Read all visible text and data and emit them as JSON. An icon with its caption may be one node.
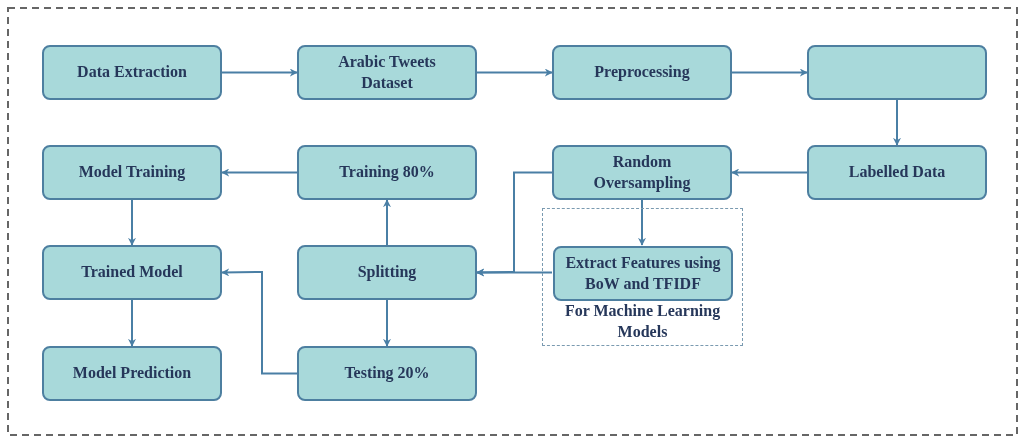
{
  "diagram": {
    "nodes": [
      {
        "text": [
          "Data Extraction"
        ]
      },
      {
        "text": [
          "Arabic Tweets Dataset"
        ]
      },
      {
        "text": [
          "Preprocessing"
        ]
      },
      {
        "text": [],
        "shape": "box"
      },
      {
        "text": [
          "Labelled Data"
        ]
      },
      {
        "text": [
          "Random Oversampling"
        ]
      },
      {
        "text": [
          "For Machine Learning Models"
        ]
      },
      {
        "text": [
          "Extract Features using BoW and TFIDF"
        ],
        "in": 6
      },
      {
        "text": [
          "Splitting"
        ]
      },
      {
        "text": [
          "Training 80%"
        ]
      },
      {
        "text": [
          "Model Training"
        ]
      },
      {
        "text": [
          "Trained Model"
        ]
      },
      {
        "text": [
          "Testing 20%"
        ]
      },
      {
        "text": [
          "Model Prediction"
        ]
      }
    ],
    "edges": [
      {
        "from": 0,
        "to": 1,
        "arrow": "to"
      },
      {
        "from": 1,
        "to": 2,
        "arrow": "to"
      },
      {
        "from": 2,
        "to": 3,
        "arrow": "to"
      },
      {
        "from": 3,
        "to": 4,
        "arrow": "to"
      },
      {
        "from": 4,
        "to": 5,
        "arrow": "to"
      },
      {
        "from": 5,
        "to": 7,
        "arrow": "to"
      },
      {
        "from": 7,
        "to": 8,
        "arrow": "to"
      },
      {
        "from": 5,
        "to": 8,
        "arrow": "to"
      },
      {
        "from": 8,
        "to": 9,
        "arrow": "to"
      },
      {
        "from": 9,
        "to": 10,
        "arrow": "to"
      },
      {
        "from": 10,
        "to": 11,
        "arrow": "to"
      },
      {
        "from": 8,
        "to": 12,
        "arrow": "to"
      },
      {
        "from": 12,
        "to": 11,
        "arrow": "to"
      },
      {
        "from": 11,
        "to": 13,
        "arrow": "to"
      }
    ]
  }
}
